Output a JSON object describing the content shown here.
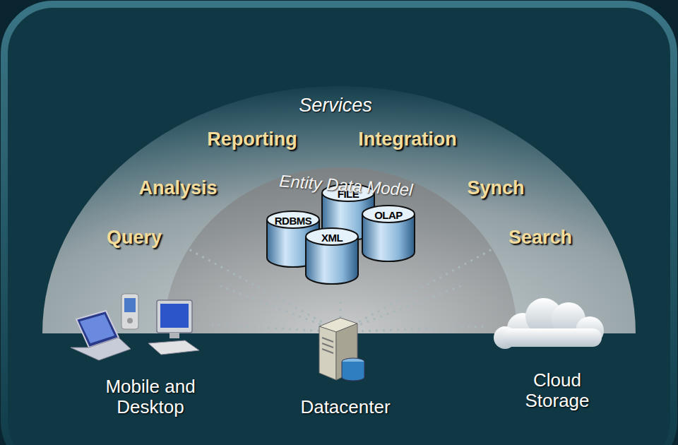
{
  "diagram": {
    "nodes": [
      {
        "text": [
          "FILE"
        ]
      },
      {
        "text": [
          "RDBMS"
        ]
      },
      {
        "text": [
          "OLAP"
        ]
      },
      {
        "text": [
          "XML"
        ]
      }
    ],
    "labels": [
      "Services",
      "Reporting",
      "Integration",
      "Analysis",
      "Entity Data Model",
      "Synch",
      "Query",
      "Search",
      "Mobile and Desktop",
      "Datacenter",
      "Cloud Storage"
    ]
  }
}
